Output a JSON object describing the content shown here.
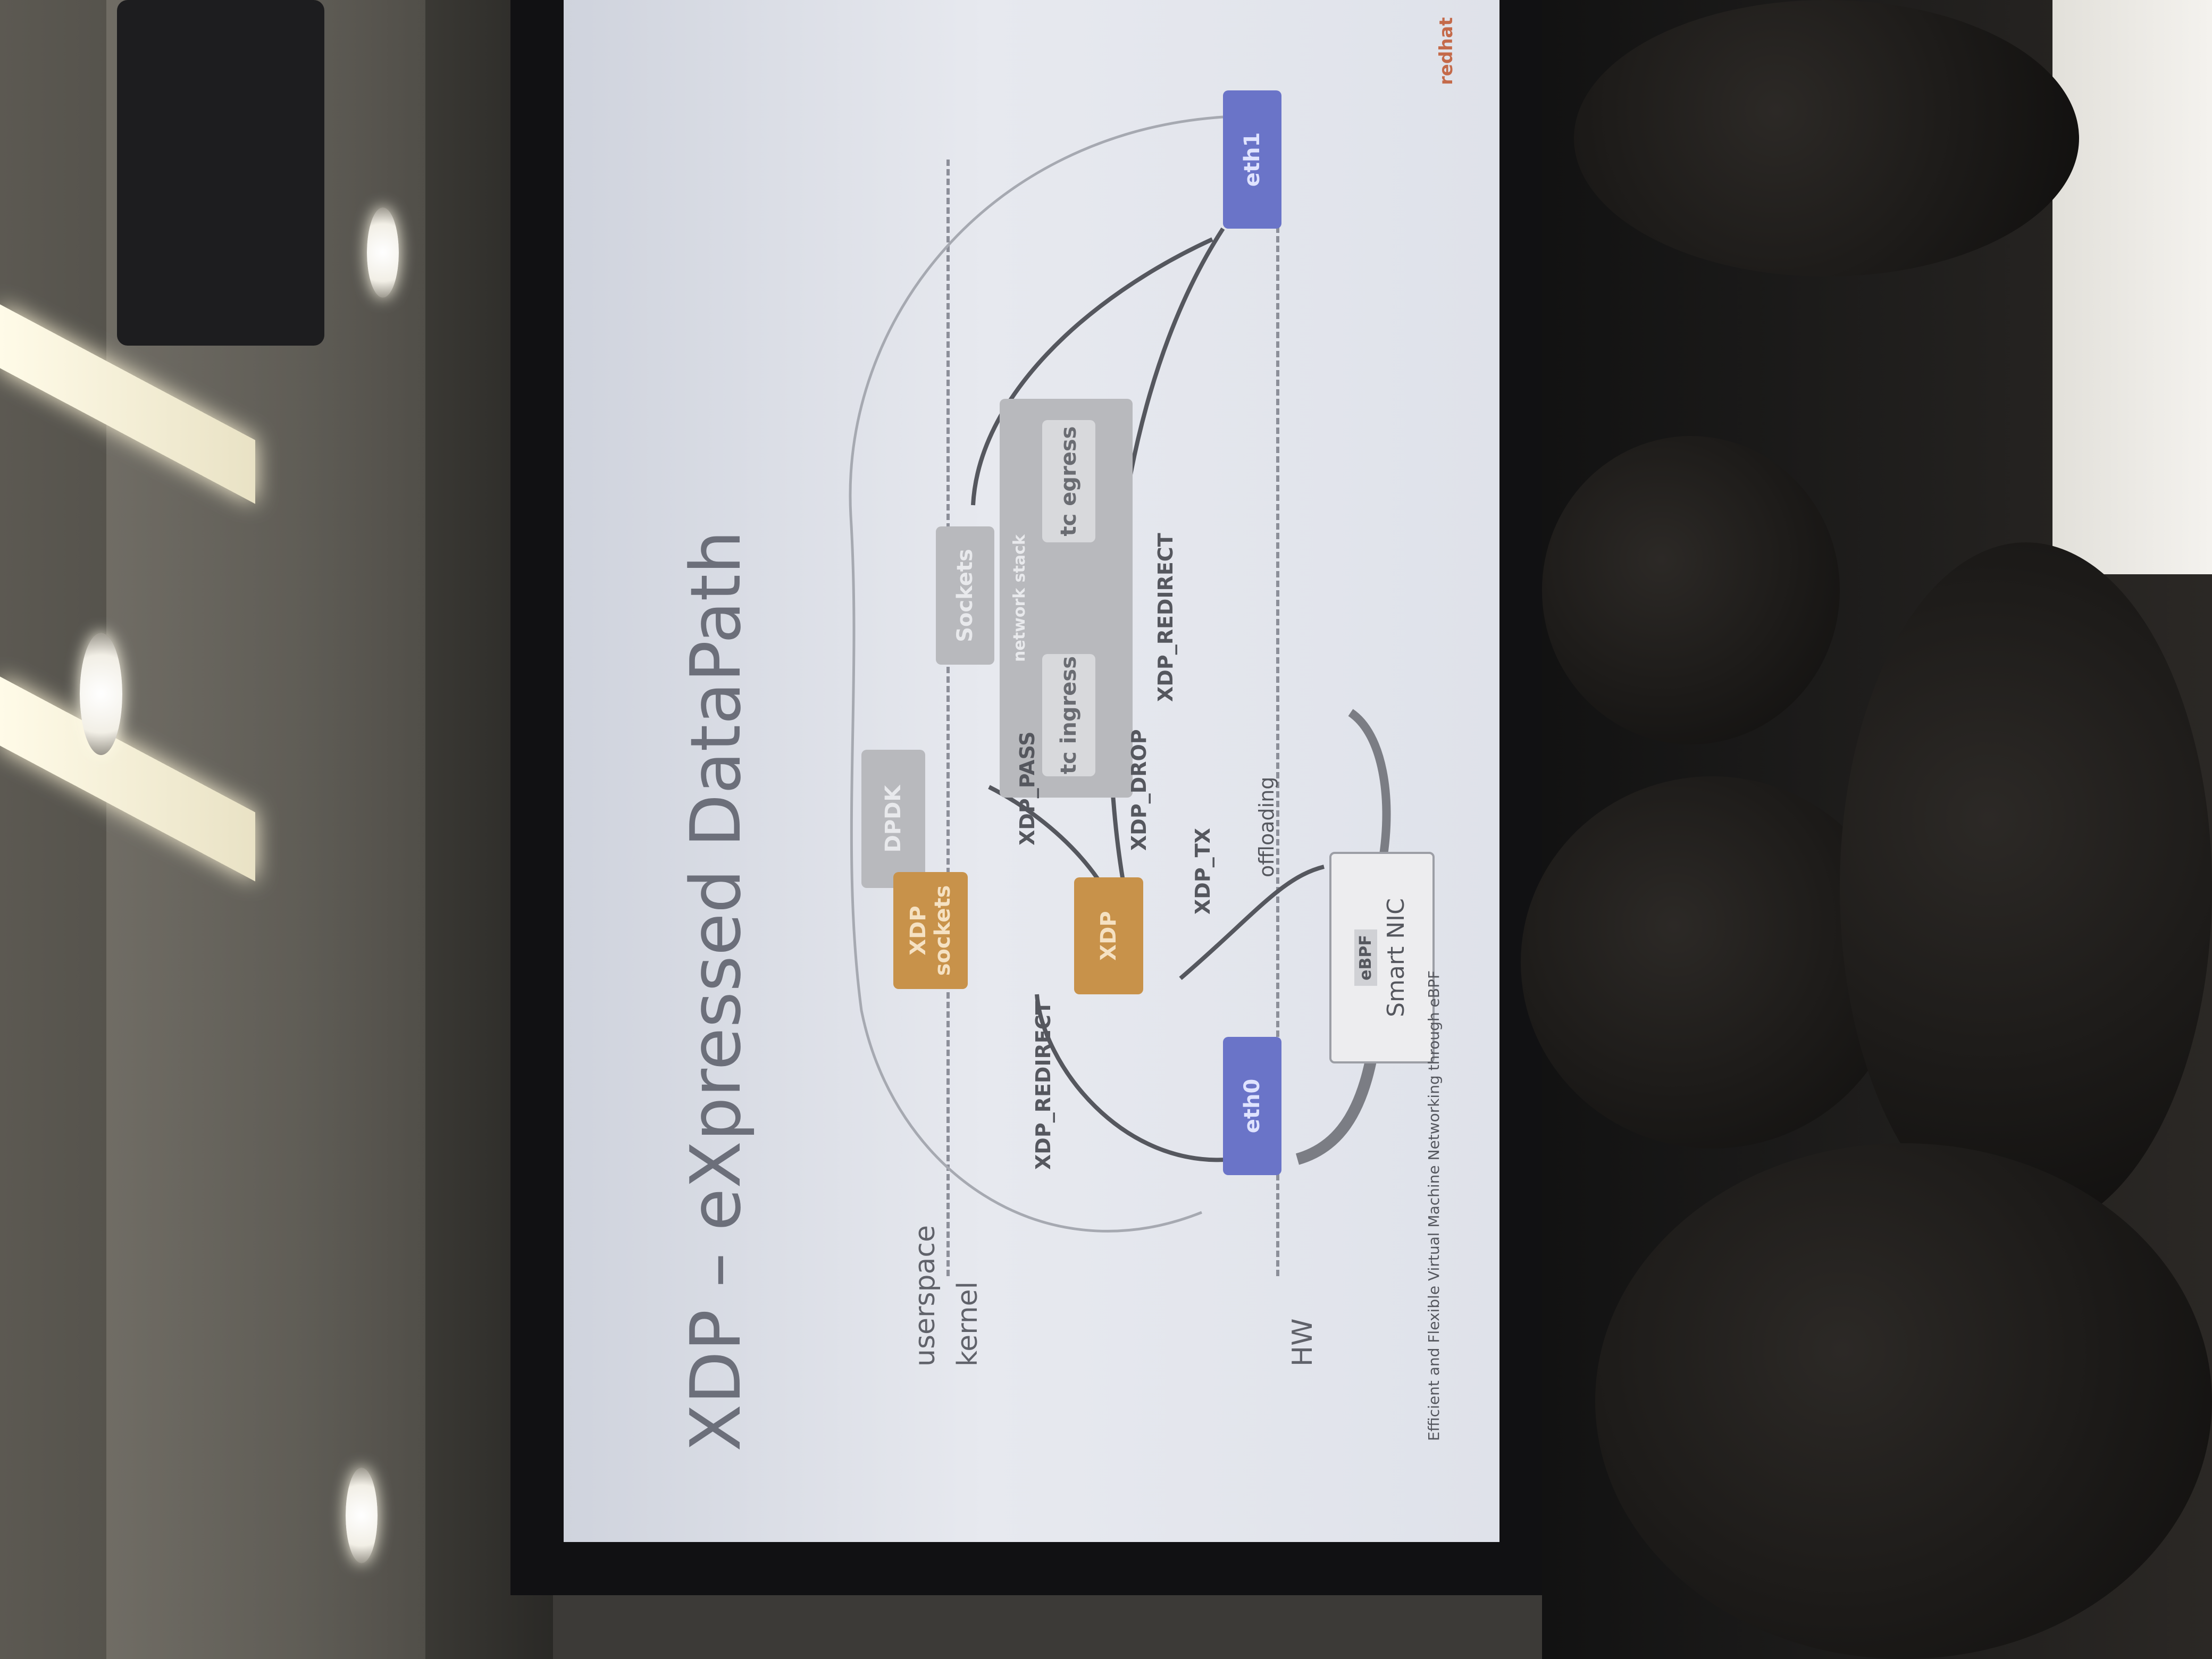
{
  "slide": {
    "title": "XDP – eXpressed DataPath",
    "footer": "Efficient and Flexible Virtual Machine Networking through eBPF",
    "logo": "redhat",
    "layers": {
      "userspace": "userspace",
      "kernel": "kernel",
      "hw": "HW"
    },
    "boxes": {
      "dpdk": "DPDK",
      "sockets": "Sockets",
      "network_stack": "network stack",
      "tc_ingress": "tc ingress",
      "tc_egress": "tc egress",
      "xdp_sockets": "XDP sockets",
      "xdp": "XDP",
      "eth0": "eth0",
      "eth1": "eth1",
      "ebpf": "eBPF",
      "smart_nic": "Smart NIC"
    },
    "edges": {
      "xdp_redirect_left": "XDP_REDIRECT",
      "xdp_pass": "XDP_PASS",
      "xdp_drop": "XDP_DROP",
      "xdp_redirect_right": "XDP_REDIRECT",
      "xdp_tx": "XDP_TX",
      "offloading": "offloading"
    }
  }
}
